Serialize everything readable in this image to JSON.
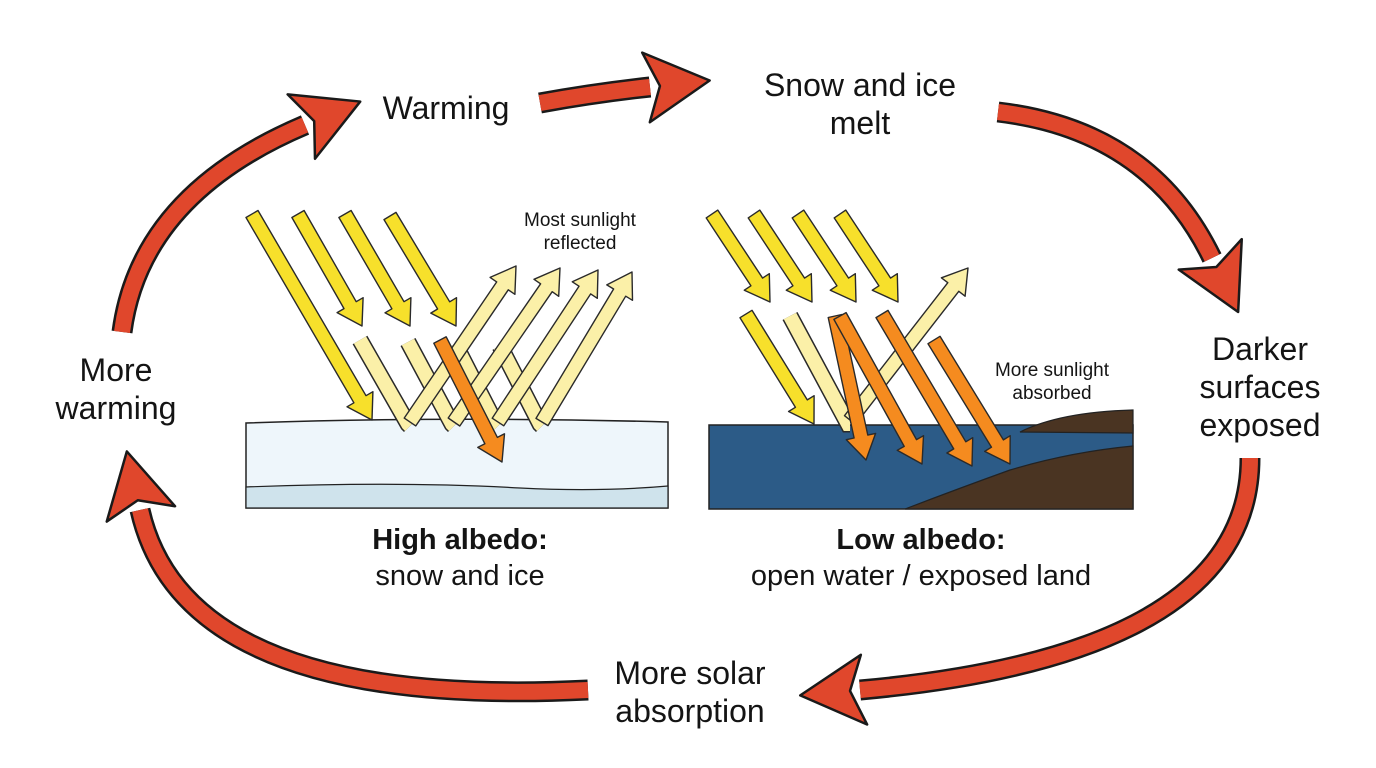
{
  "cycle": {
    "warming": "Warming",
    "melt_line1": "Snow and ice",
    "melt_line2": "melt",
    "darker_line1": "Darker",
    "darker_line2": "surfaces",
    "darker_line3": "exposed",
    "solar_line1": "More solar",
    "solar_line2": "absorption",
    "more_warming_line1": "More",
    "more_warming_line2": "warming"
  },
  "panels": {
    "high": {
      "note_line1": "Most sunlight",
      "note_line2": "reflected",
      "caption_title": "High albedo:",
      "caption_sub": "snow and ice"
    },
    "low": {
      "note_line1": "More sunlight",
      "note_line2": "absorbed",
      "caption_title": "Low albedo:",
      "caption_sub": "open water / exposed land"
    }
  },
  "colors": {
    "cycle_arrow": "#e0472c",
    "incoming_ray": "#f7e02b",
    "reflected_ray": "#fbf0a8",
    "absorbed_ray": "#f58b1f",
    "ice": "#eef6fb",
    "ice_band": "#cfe3ec",
    "water": "#2c5b87",
    "land": "#4a3422"
  }
}
